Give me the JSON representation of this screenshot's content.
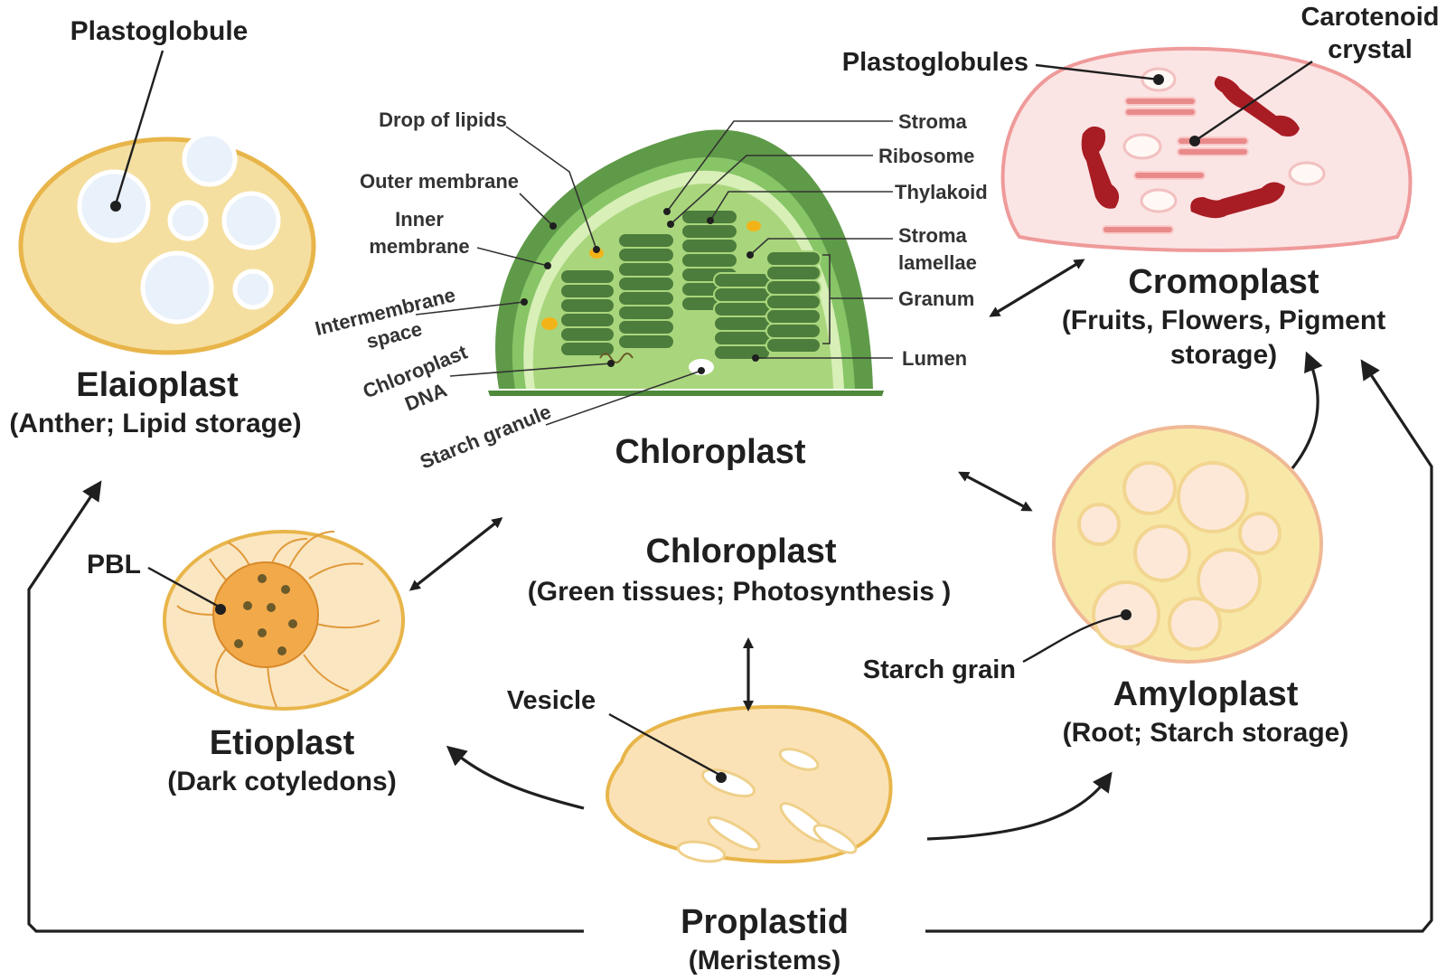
{
  "diagram": {
    "elaioplast": {
      "name": "Elaioplast",
      "desc": "(Anther; Lipid storage)",
      "label_plastoglobule": "Plastoglobule"
    },
    "chromoplast": {
      "name": "Cromoplast",
      "desc_line1": "(Fruits, Flowers, Pigment",
      "desc_line2": "storage)",
      "label_plastoglobules": "Plastoglobules",
      "label_carotenoid_line1": "Carotenoid",
      "label_carotenoid_line2": "crystal"
    },
    "chloroplast_detail": {
      "name": "Chloroplast",
      "labels": {
        "drop_of_lipids": "Drop of lipids",
        "outer_membrane": "Outer membrane",
        "inner_membrane_line1": "Inner",
        "inner_membrane_line2": "membrane",
        "intermembrane_line1": "Intermembrane",
        "intermembrane_line2": "space",
        "chloroplast_dna_line1": "Chloroplast",
        "chloroplast_dna_line2": "DNA",
        "starch_granule": "Starch granule",
        "stroma": "Stroma",
        "ribosome": "Ribosome",
        "thylakoid": "Thylakoid",
        "stroma_lamellae_line1": "Stroma",
        "stroma_lamellae_line2": "lamellae",
        "granum": "Granum",
        "lumen": "Lumen"
      }
    },
    "chloroplast_center": {
      "name": "Chloroplast",
      "desc": "(Green tissues; Photosynthesis )"
    },
    "etioplast": {
      "name": "Etioplast",
      "desc": "(Dark cotyledons)",
      "label_pbl": "PBL"
    },
    "amyloplast": {
      "name": "Amyloplast",
      "desc": "(Root; Starch storage)",
      "label_starch_grain": "Starch grain"
    },
    "proplastid": {
      "name": "Proplastid",
      "desc": "(Meristems)",
      "label_vesicle": "Vesicle"
    },
    "colors": {
      "elaioplast_fill": "#f5dfa0",
      "elaioplast_stroke": "#e8b54a",
      "plastoglobule_fill": "#e9f1fb",
      "chromoplast_fill": "#fbe4e4",
      "chromoplast_stroke": "#ef9a9a",
      "carotenoid_crystal": "#a81c24",
      "chloroplast_outer": "#5f9a48",
      "chloroplast_stroma": "#a9d67c",
      "granum": "#4c7d3c",
      "etioplast_fill": "#fbe6c2",
      "pbl_fill": "#f2a94a",
      "amyloplast_fill": "#f8e8a8",
      "amyloplast_stroke": "#f0b995",
      "proplastid_fill": "#fbe2b6",
      "proplastid_stroke": "#e8b54a"
    }
  }
}
